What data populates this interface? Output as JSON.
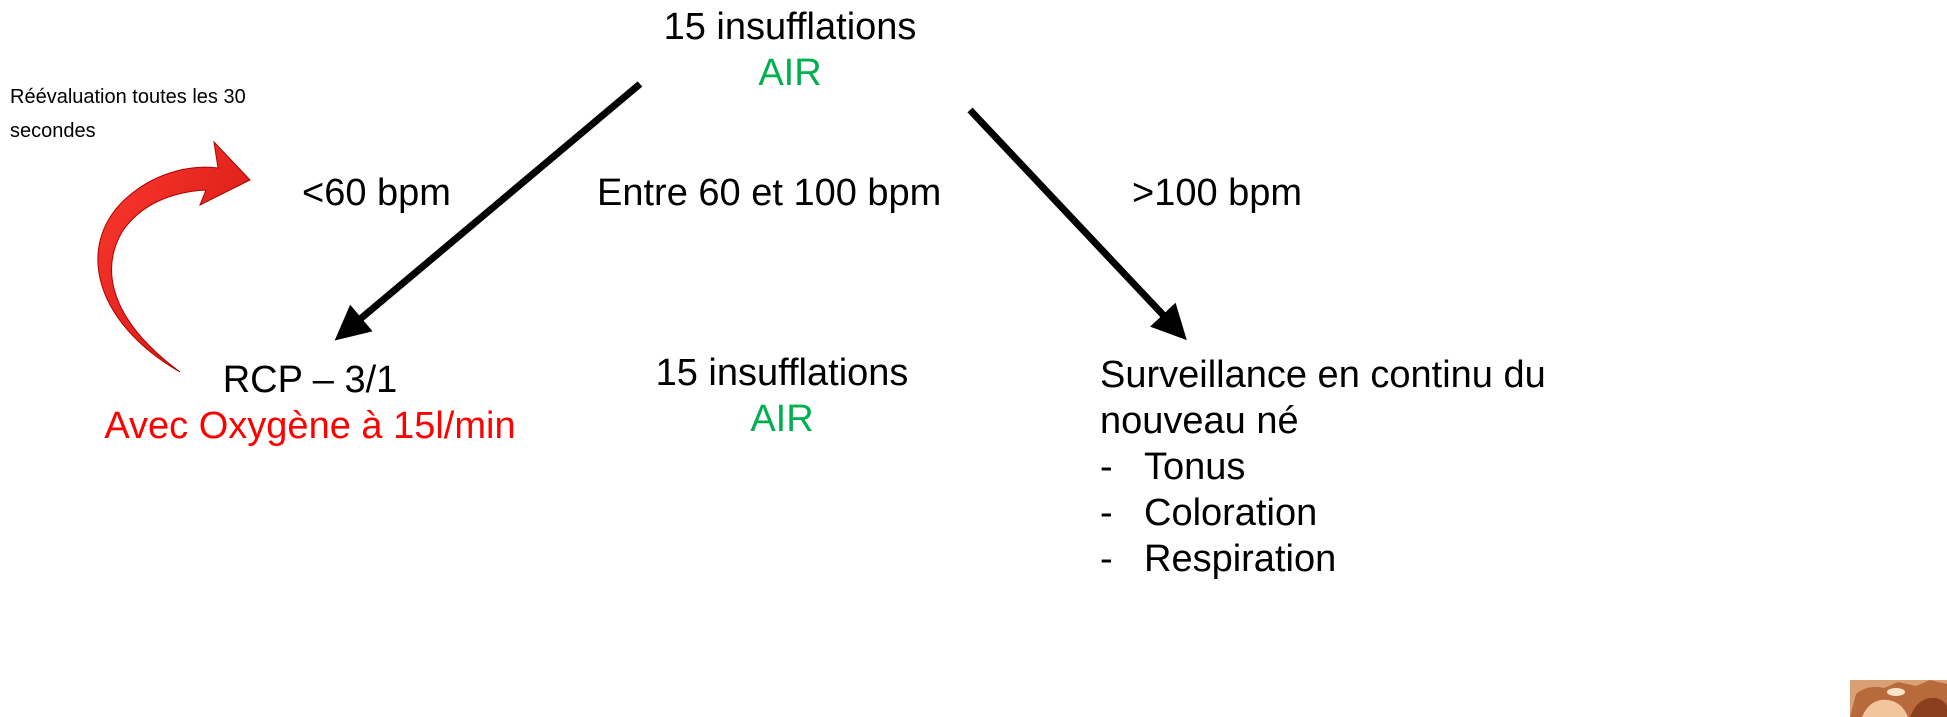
{
  "top_node": {
    "line1": "15 insufflations",
    "line2": "AIR"
  },
  "reevaluation": "Réévaluation toutes les 30 secondes",
  "branches": {
    "left": "<60 bpm",
    "middle": "Entre 60 et 100 bpm",
    "right": ">100 bpm"
  },
  "left_node": {
    "line1": "RCP – 3/1",
    "line2": "Avec Oxygène à 15l/min"
  },
  "middle_node": {
    "line1": "15 insufflations",
    "line2": "AIR"
  },
  "right_node": {
    "title": "Surveillance en continu du nouveau né",
    "items": [
      "Tonus",
      "Coloration",
      "Respiration"
    ],
    "bullet": "-"
  },
  "colors": {
    "air": "#00b050",
    "oxygen": "#ff0000",
    "loop_arrow": "#e0201b",
    "arrow": "#000000"
  }
}
